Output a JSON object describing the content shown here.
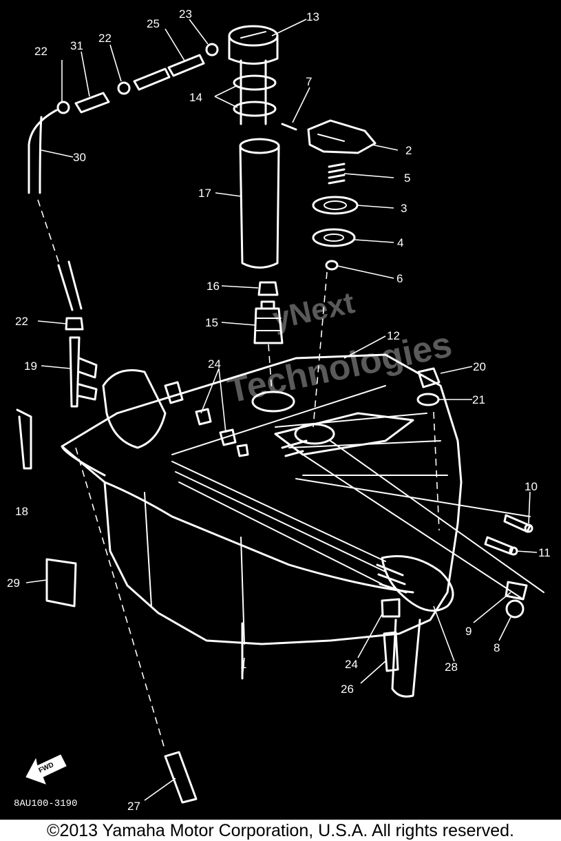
{
  "diagram": {
    "code": "8AU100-3190",
    "fwd_label": "FWD",
    "watermark": {
      "line1": "yNext",
      "line2": "Technologies",
      "subtext": "t"
    },
    "callouts": [
      "1",
      "2",
      "3",
      "4",
      "5",
      "6",
      "7",
      "8",
      "9",
      "10",
      "11",
      "12",
      "13",
      "14",
      "15",
      "16",
      "17",
      "18",
      "19",
      "20",
      "21",
      "22",
      "22",
      "22",
      "23",
      "24",
      "24",
      "24",
      "25",
      "26",
      "27",
      "28",
      "29",
      "30",
      "31"
    ]
  },
  "copyright": "©2013 Yamaha Motor Corporation, U.S.A. All rights reserved."
}
